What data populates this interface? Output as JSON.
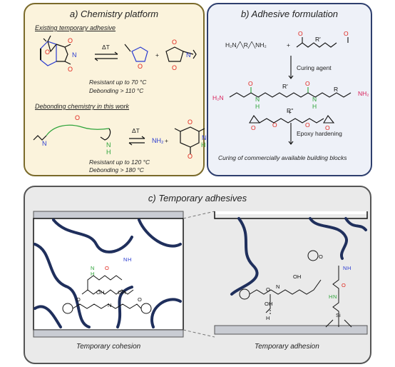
{
  "panel_a": {
    "title": "a) Chemistry platform",
    "subtitle_existing": "Existing temporary adhesive",
    "subtitle_debonding": "Debonding chemistry in this work",
    "dt_label": "ΔT",
    "plus": "+",
    "resistant_1": "Resistant up to 70 °C",
    "debonding_1": "Debonding > 110 °C",
    "resistant_2": "Resistant up to 120 °C",
    "debonding_2": "Debonding > 180 °C",
    "atoms": {
      "o": "O",
      "n": "N",
      "nh2": "NH₂",
      "h": "H"
    }
  },
  "panel_b": {
    "title": "b) Adhesive formulation",
    "amine_formula": "H₂N╱╲R╱╲NH₂",
    "step1": "Curing agent",
    "step2": "Epoxy hardening",
    "footer": "Curing of commercially available building blocks",
    "plus": "+",
    "atoms": {
      "h2n": "H₂N",
      "nh2": "NH₂",
      "n": "N",
      "h": "H",
      "o": "O",
      "r": "R",
      "r1": "R'",
      "r2": "R''"
    }
  },
  "panel_c": {
    "title": "c) Temporary adhesives",
    "left_caption": "Temporary cohesion",
    "right_caption": "Temporary adhesion",
    "atoms": {
      "n": "N",
      "h": "H",
      "o": "O",
      "oh": "OH",
      "si": "Si"
    }
  },
  "colors": {
    "amine": "#d8205a",
    "amide": "#2ea43a",
    "nitrogen": "#2a3bd0",
    "chain": "#1f2f5c",
    "oxygen": "#e0241b"
  }
}
